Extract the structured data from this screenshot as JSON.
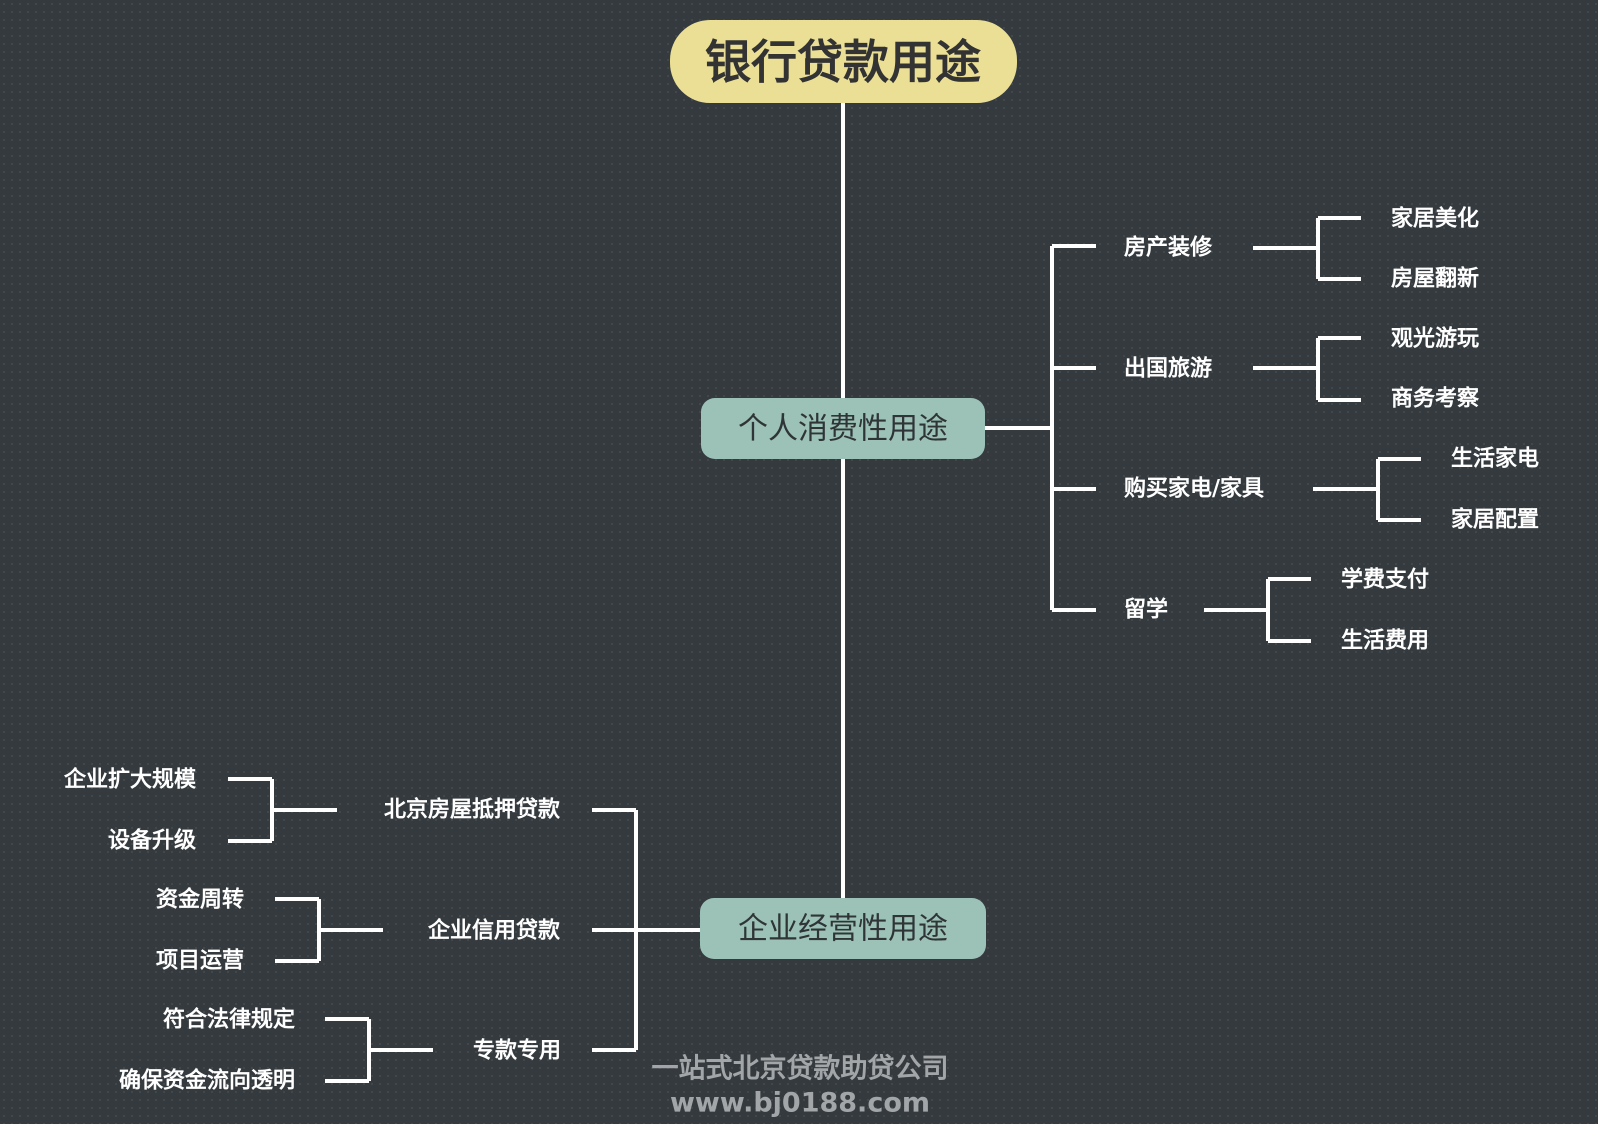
{
  "root": {
    "label": "银行贷款用途"
  },
  "branches": [
    {
      "label": "个人消费性用途",
      "children": [
        {
          "label": "房产装修",
          "children": [
            "家居美化",
            "房屋翻新"
          ]
        },
        {
          "label": "出国旅游",
          "children": [
            "观光游玩",
            "商务考察"
          ]
        },
        {
          "label": "购买家电/家具",
          "children": [
            "生活家电",
            "家居配置"
          ]
        },
        {
          "label": "留学",
          "children": [
            "学费支付",
            "生活费用"
          ]
        }
      ]
    },
    {
      "label": "企业经营性用途",
      "children": [
        {
          "label": "北京房屋抵押贷款",
          "children": [
            "企业扩大规模",
            "设备升级"
          ]
        },
        {
          "label": "企业信用贷款",
          "children": [
            "资金周转",
            "项目运营"
          ]
        },
        {
          "label": "专款专用",
          "children": [
            "符合法律规定",
            "确保资金流向透明"
          ]
        }
      ]
    }
  ],
  "watermark": {
    "line1": "一站式北京贷款助贷公司",
    "line2": "www.bj0188.com"
  },
  "colors": {
    "background": "#343a3e",
    "root_fill": "#ebdf95",
    "branch_fill": "#9cc2b7",
    "connector": "#ffffff"
  }
}
